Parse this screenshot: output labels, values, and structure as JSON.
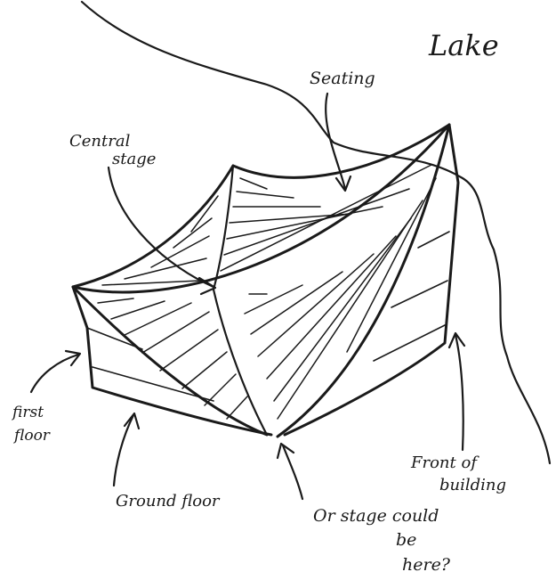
{
  "labels": {
    "lake": "Lake",
    "seating": "Seating",
    "central_stage_line1": "Central",
    "central_stage_line2": "stage",
    "first_floor_line1": "first",
    "first_floor_line2": "floor",
    "ground_floor": "Ground floor",
    "front_line1": "Front of",
    "front_line2": "building",
    "alt_stage_line1": "Or stage could",
    "alt_stage_line2": "be",
    "alt_stage_line3": "here?"
  },
  "colors": {
    "ink": "#1a1a1a",
    "paper": "#ffffff"
  }
}
